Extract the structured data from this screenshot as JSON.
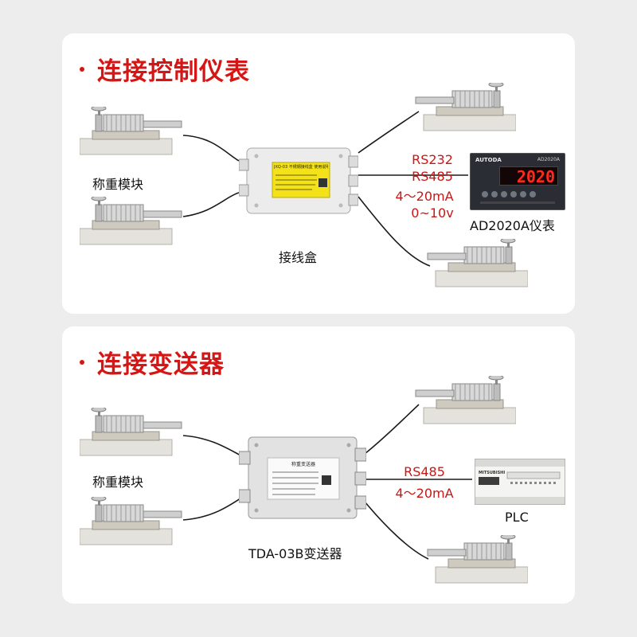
{
  "section1": {
    "title": "连接控制仪表",
    "module_label": "称重模块",
    "box_label": "接线盒",
    "box_sticker": "JXQ-03 不锈钢接线盒 使用说明",
    "signals": [
      "RS232",
      "RS485",
      "4～20mA",
      "0~10v"
    ],
    "instrument_label": "AD2020A仪表",
    "instrument": {
      "brand": "AUTODA",
      "model": "AD2020A",
      "display": "2020"
    }
  },
  "section2": {
    "title": "连接变送器",
    "module_label": "称重模块",
    "box_label": "TDA-03B变送器",
    "box_sticker": "称重变送器",
    "signals": [
      "RS485",
      "4～20mA"
    ],
    "device_label": "PLC",
    "plc_brand": "MITSUBISHI"
  },
  "colors": {
    "accent": "#d61515",
    "signal": "#c81717",
    "panel": "#ffffff",
    "background": "#ededed"
  }
}
